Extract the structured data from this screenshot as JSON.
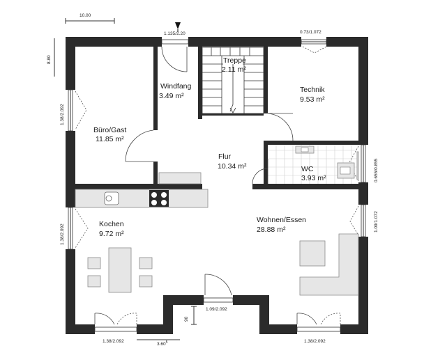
{
  "rooms": {
    "buero": {
      "name": "Büro/Gast",
      "area": "11.85 m²"
    },
    "windfang": {
      "name": "Windfang",
      "area": "3.49 m²"
    },
    "treppe": {
      "name": "Treppe",
      "area": "2.11 m²"
    },
    "technik": {
      "name": "Technik",
      "area": "9.53 m²"
    },
    "flur": {
      "name": "Flur",
      "area": "10.34 m²"
    },
    "wc": {
      "name": "WC",
      "area": "3.93 m²"
    },
    "kochen": {
      "name": "Kochen",
      "area": "9.72 m²"
    },
    "wohnen": {
      "name": "Wohnen/Essen",
      "area": "28.88 m²"
    }
  },
  "dimensions": {
    "top_width": "10.00",
    "left_height": "8.80",
    "entrance_window": "1.135/2.20",
    "technik_window": "0.73/1.072",
    "buero_window": "1.38/2.092",
    "kochen_window": "1.38/2.092",
    "wc_window": "0.655/0.855",
    "wohnen_window": "1.09/1.072",
    "terrace_door": "1.09/2.092",
    "recess_depth": "90",
    "bottom_left_door": "1.38/2.092",
    "bottom_mid": "3.60",
    "bottom_mid_sup": "5",
    "bottom_right_door": "1.38/2.092"
  },
  "icons": {
    "entrance": "entrance-arrow-icon"
  }
}
